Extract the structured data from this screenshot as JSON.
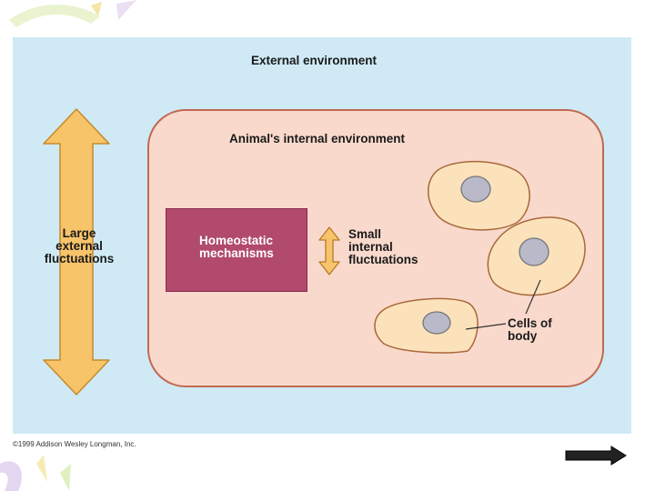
{
  "diagram": {
    "external_environment": "External environment",
    "internal_environment": "Animal's internal environment",
    "large_fluctuations": [
      "Large",
      "external",
      "fluctuations"
    ],
    "homeostatic_mechanisms": [
      "Homeostatic",
      "mechanisms"
    ],
    "small_fluctuations": [
      "Small",
      "internal",
      "fluctuations"
    ],
    "cells_of_body": [
      "Cells of",
      "body"
    ]
  },
  "footer": {
    "copyright": "©1999 Addison Wesley Longman, Inc."
  },
  "colors": {
    "external_bg": "#cfeaf5",
    "internal_bg": "#f9d9cc",
    "homeostatic_box": "#b14a6d",
    "arrow_fill": "#f8c46a",
    "cell_fill": "#fbe2bb",
    "nucleus_fill": "#b9b9c9"
  },
  "icons": {
    "big_arrow": "double-headed-vertical-arrow",
    "small_arrow": "small-double-headed-vertical-arrow",
    "next": "next-slide-arrow"
  }
}
